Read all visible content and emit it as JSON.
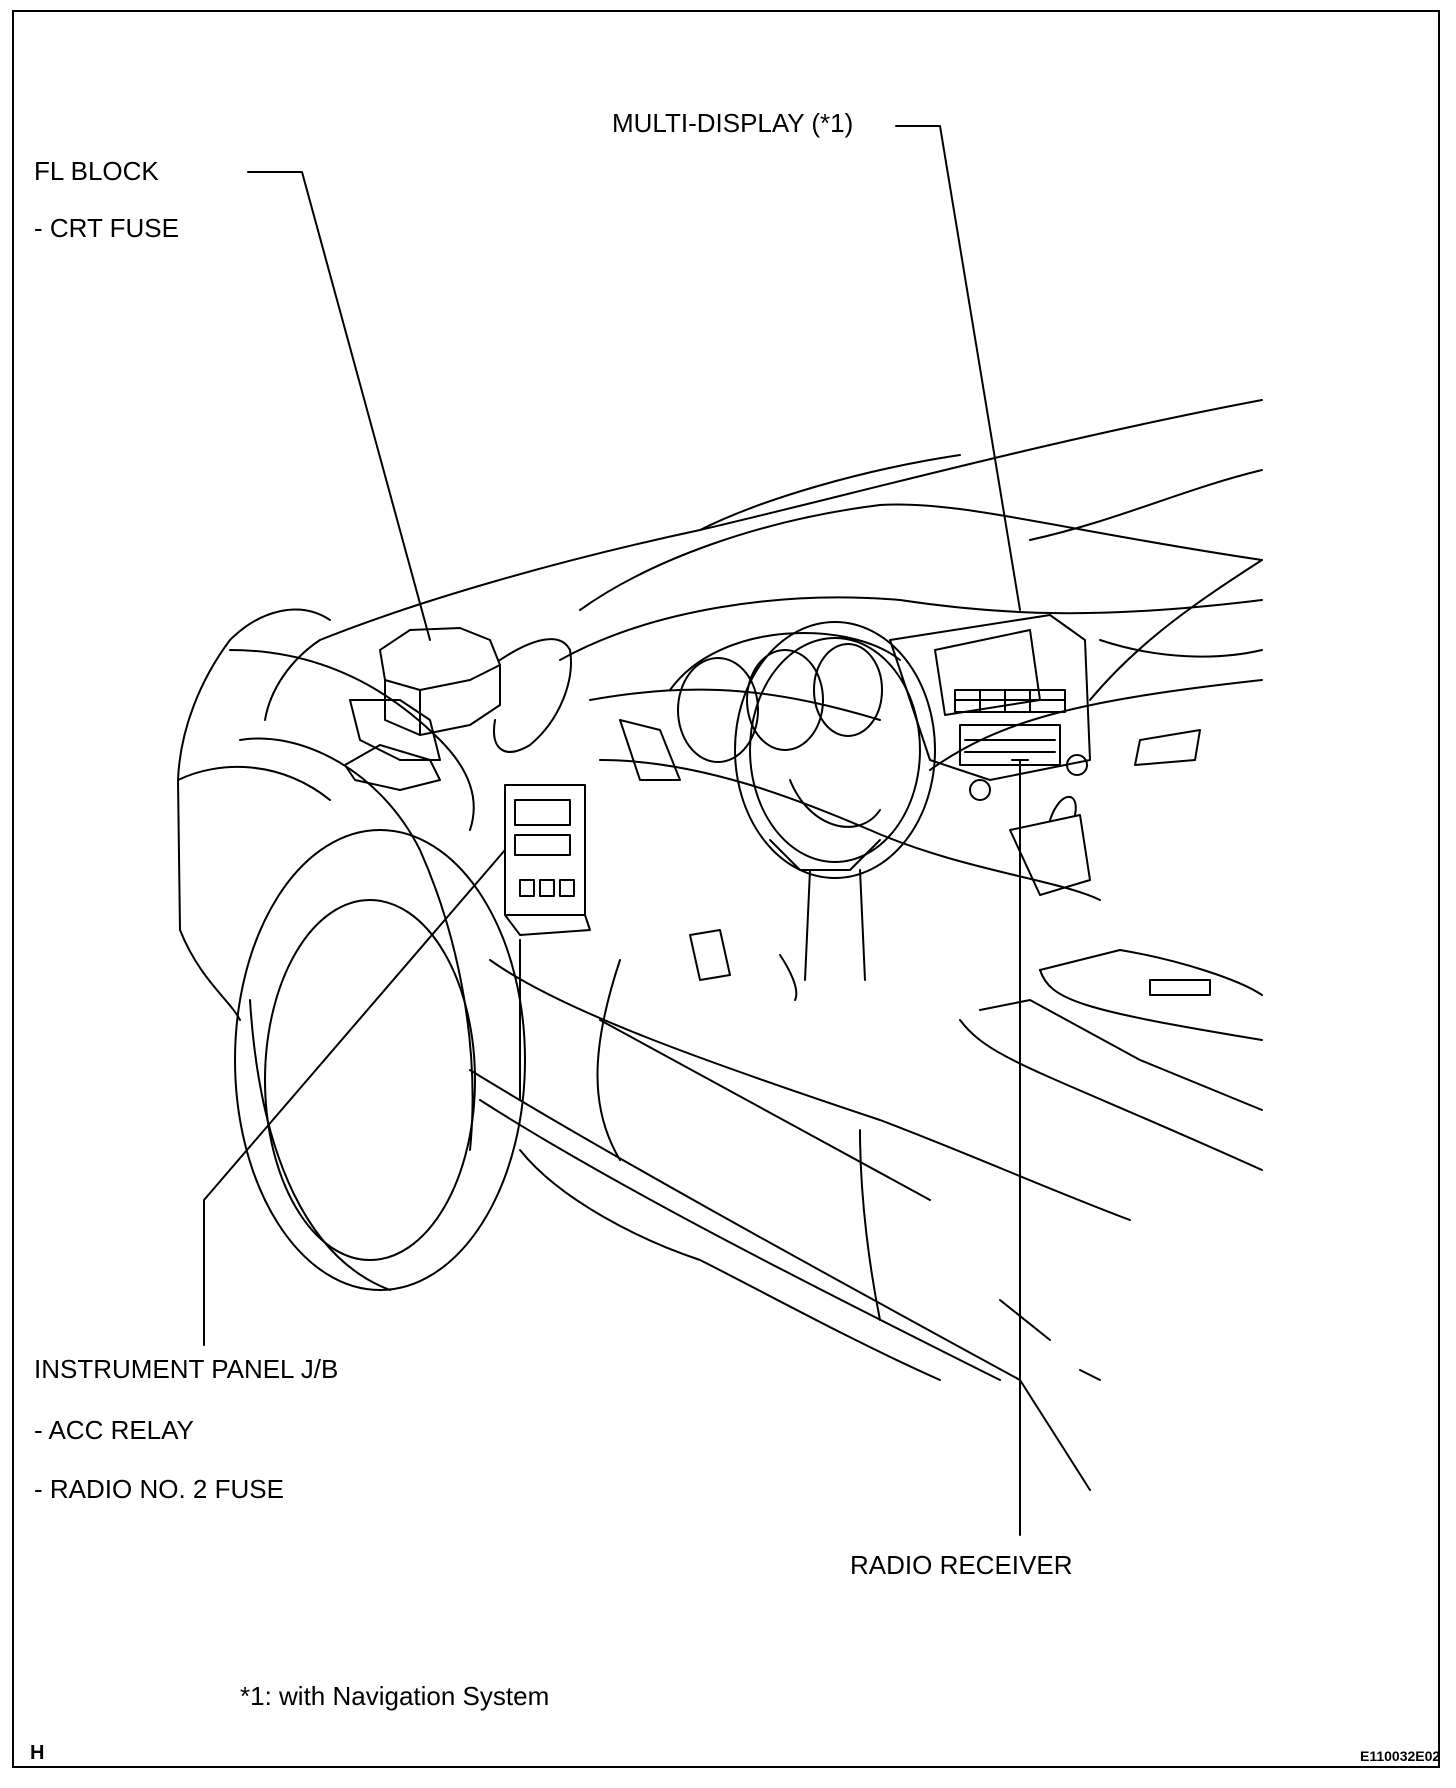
{
  "callouts": {
    "fl_block": {
      "title": "FL BLOCK",
      "items": [
        "- CRT FUSE"
      ]
    },
    "multi_display": {
      "title": "MULTI-DISPLAY (*1)"
    },
    "instrument_panel_jb": {
      "title": "INSTRUMENT PANEL J/B",
      "items": [
        "- ACC RELAY",
        "- RADIO NO. 2 FUSE"
      ]
    },
    "radio_receiver": {
      "title": "RADIO RECEIVER"
    }
  },
  "footnote": "*1: with Navigation System",
  "corner_letter": "H",
  "figure_id": "E110032E02"
}
